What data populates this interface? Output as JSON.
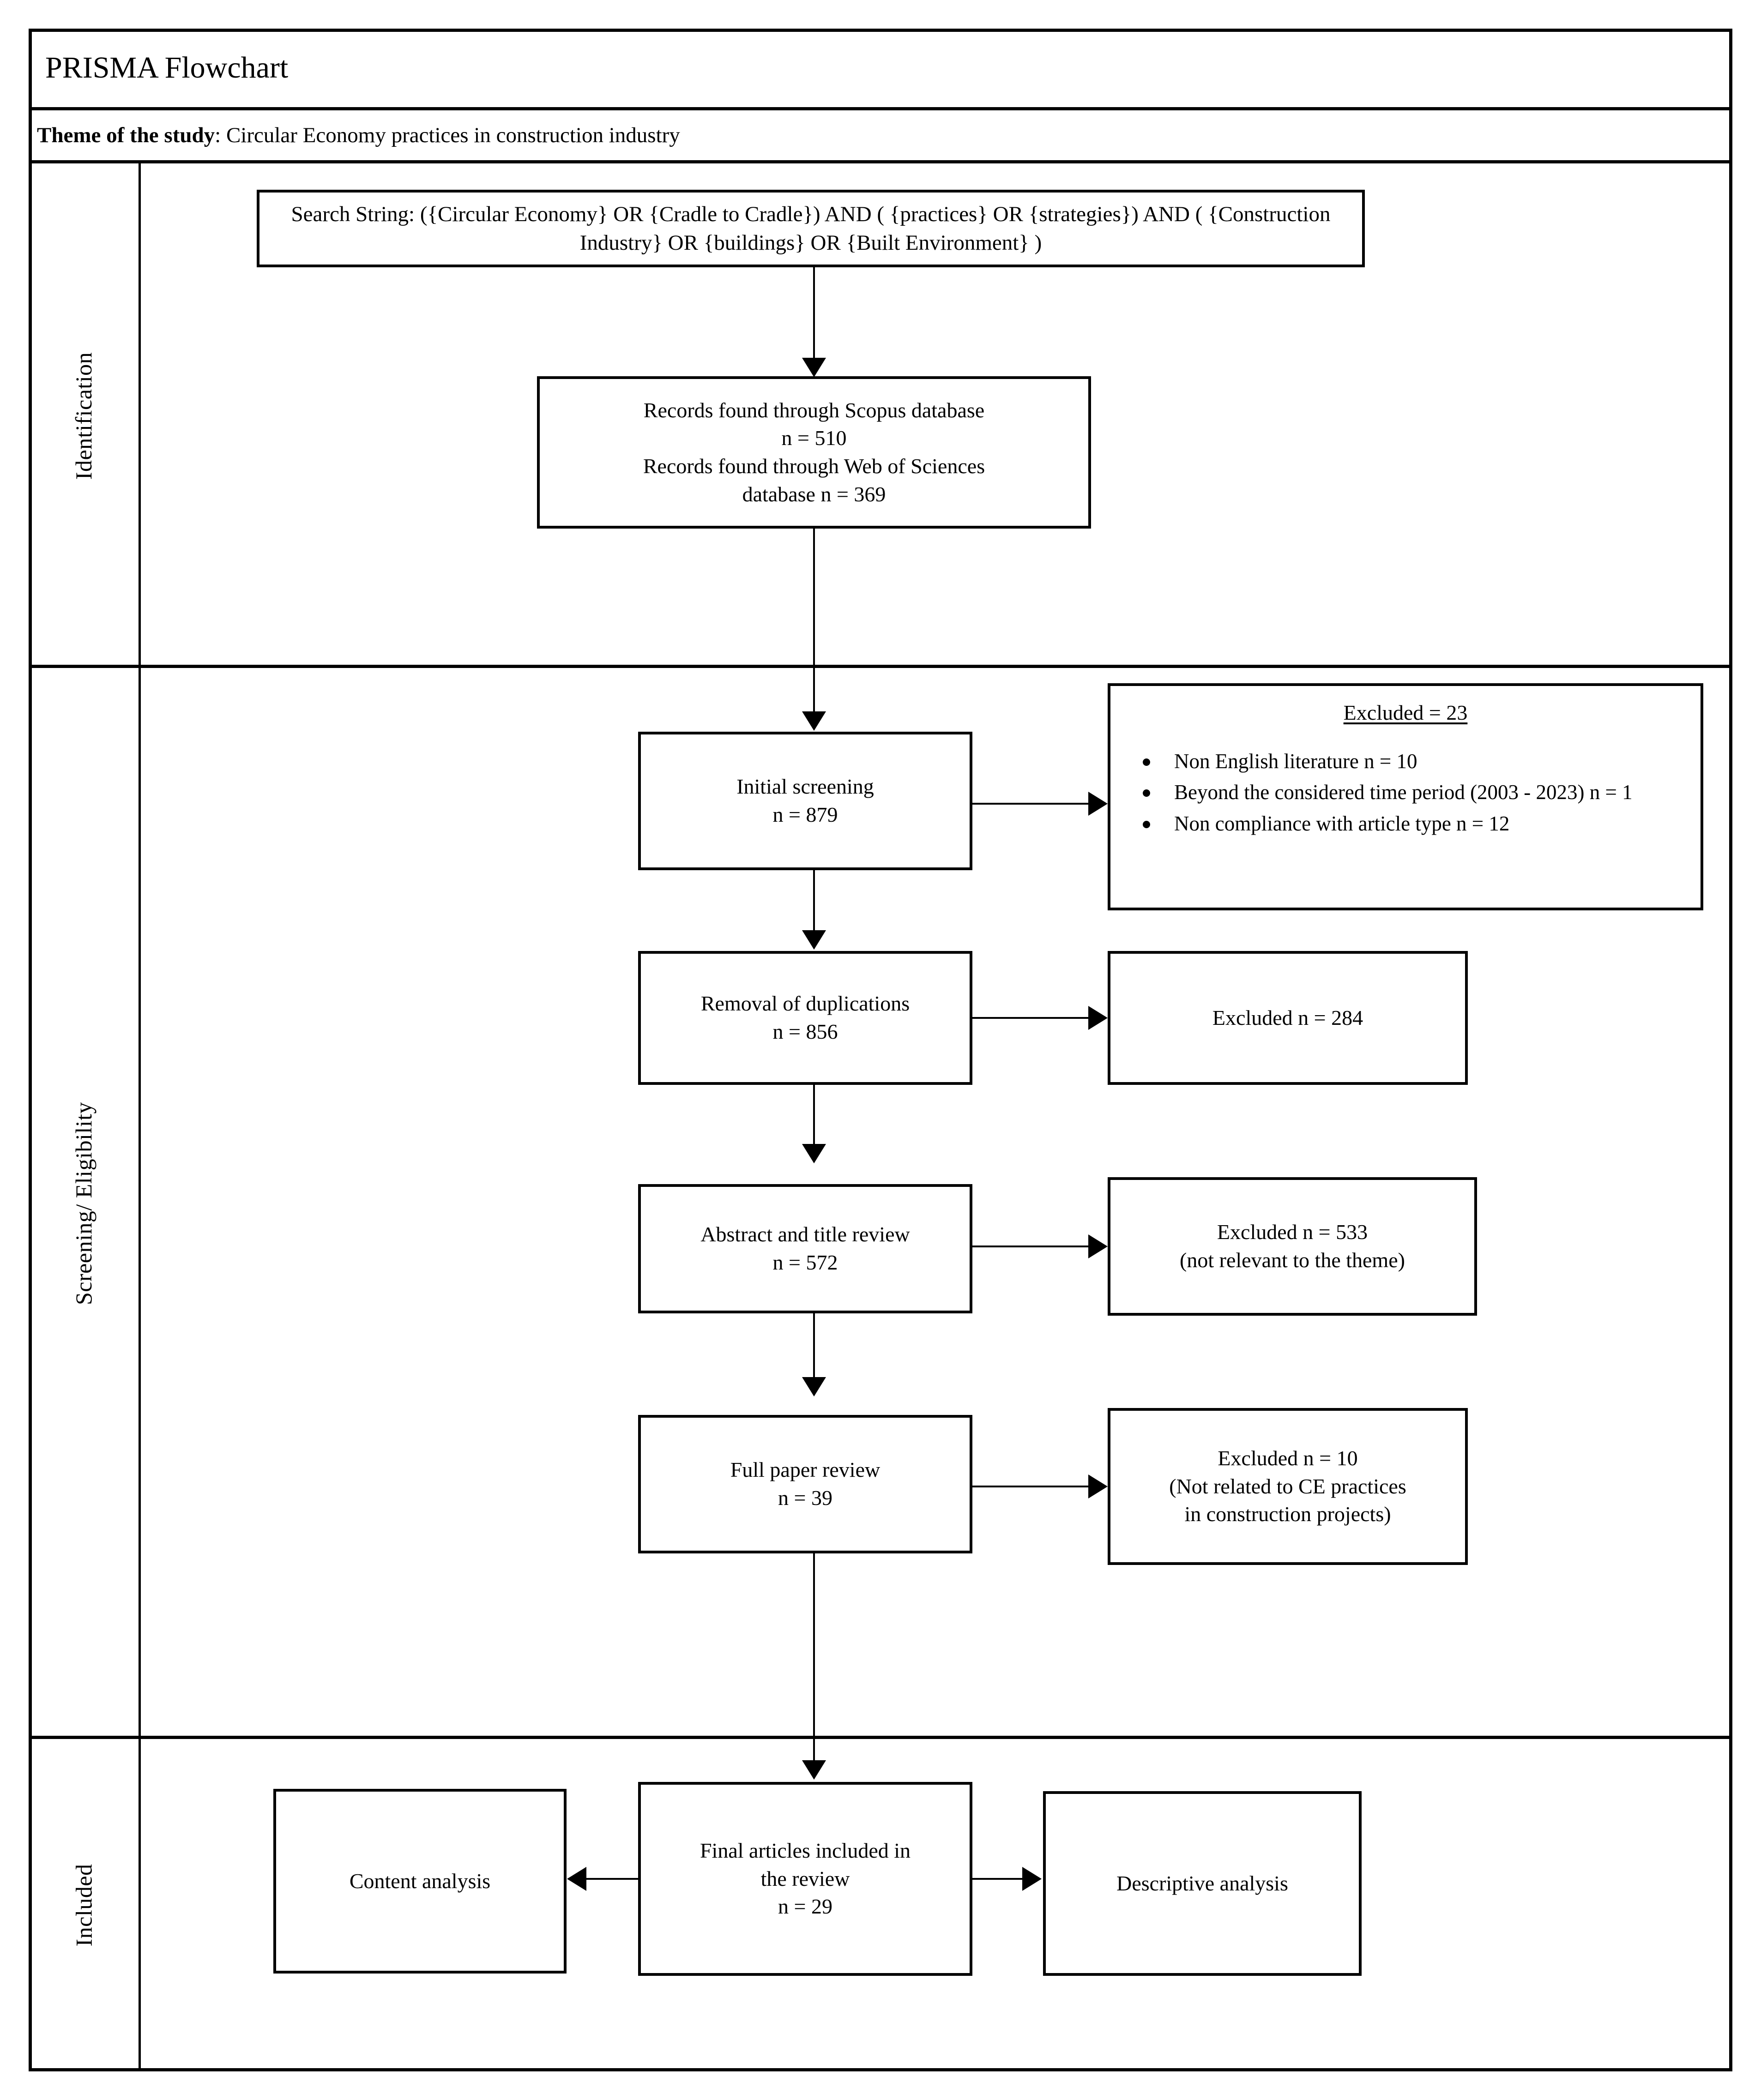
{
  "header": {
    "title": "PRISMA Flowchart",
    "theme_label": "Theme of the study",
    "theme_value": ": Circular Economy practices in construction industry"
  },
  "stages": [
    {
      "label": "Identification"
    },
    {
      "label": "Screening/ Eligibility"
    },
    {
      "label": "Included"
    }
  ],
  "chart_data": {
    "type": "diagram",
    "title": "PRISMA Flowchart",
    "nodes": [
      {
        "id": "search_string",
        "label": "Search String:  ({Circular Economy}  OR  {Cradle to Cradle}) AND ( {practices}  OR {strategies}) AND ( {Construction Industry}  OR  {buildings}  OR  {Built Environment} )",
        "stage": "Identification"
      },
      {
        "id": "records",
        "label": "Records found through Scopus database\nn = 510\nRecords found through Web of Sciences database n = 369",
        "stage": "Identification",
        "n": [
          510,
          369
        ]
      },
      {
        "id": "initial_screening",
        "label": "Initial screening",
        "n": 879,
        "stage": "Screening/ Eligibility"
      },
      {
        "id": "excluded_23",
        "label": "Excluded = 23",
        "n": 23,
        "stage": "Screening/ Eligibility"
      },
      {
        "id": "removal_duplications",
        "label": "Removal of duplications",
        "n": 856,
        "stage": "Screening/ Eligibility"
      },
      {
        "id": "excluded_284",
        "label": "Excluded n = 284",
        "n": 284,
        "stage": "Screening/ Eligibility"
      },
      {
        "id": "abstract_title_review",
        "label": "Abstract and title review",
        "n": 572,
        "stage": "Screening/ Eligibility"
      },
      {
        "id": "excluded_533",
        "label": "Excluded n = 533 (not relevant to the theme)",
        "n": 533,
        "stage": "Screening/ Eligibility"
      },
      {
        "id": "full_paper_review",
        "label": "Full paper review",
        "n": 39,
        "stage": "Screening/ Eligibility"
      },
      {
        "id": "excluded_10",
        "label": "Excluded n = 10 (Not related to CE practices in construction projects)",
        "n": 10,
        "stage": "Screening/ Eligibility"
      },
      {
        "id": "final_articles",
        "label": "Final articles included in the review",
        "n": 29,
        "stage": "Included"
      },
      {
        "id": "content_analysis",
        "label": "Content analysis",
        "stage": "Included"
      },
      {
        "id": "descriptive_analysis",
        "label": "Descriptive analysis",
        "stage": "Included"
      }
    ],
    "edges": [
      {
        "from": "search_string",
        "to": "records",
        "direction": "down"
      },
      {
        "from": "records",
        "to": "initial_screening",
        "direction": "down"
      },
      {
        "from": "initial_screening",
        "to": "excluded_23",
        "direction": "right"
      },
      {
        "from": "initial_screening",
        "to": "removal_duplications",
        "direction": "down"
      },
      {
        "from": "removal_duplications",
        "to": "excluded_284",
        "direction": "right"
      },
      {
        "from": "removal_duplications",
        "to": "abstract_title_review",
        "direction": "down"
      },
      {
        "from": "abstract_title_review",
        "to": "excluded_533",
        "direction": "right"
      },
      {
        "from": "abstract_title_review",
        "to": "full_paper_review",
        "direction": "down"
      },
      {
        "from": "full_paper_review",
        "to": "excluded_10",
        "direction": "right"
      },
      {
        "from": "full_paper_review",
        "to": "final_articles",
        "direction": "down"
      },
      {
        "from": "final_articles",
        "to": "content_analysis",
        "direction": "left"
      },
      {
        "from": "final_articles",
        "to": "descriptive_analysis",
        "direction": "right"
      }
    ]
  },
  "boxes": {
    "search_string": "Search String:  ({Circular Economy}  OR  {Cradle to Cradle}) AND ( {practices}  OR {strategies}) AND ( {Construction Industry}  OR  {buildings}  OR  {Built Environment} )",
    "records_line1": "Records found through Scopus database",
    "records_line2": "n = 510",
    "records_line3": "Records found through Web of Sciences",
    "records_line4": "database n = 369",
    "initial_screening_line1": "Initial screening",
    "initial_screening_line2": "n = 879",
    "excluded23_heading": "Excluded = 23",
    "excluded23_items": [
      "Non English literature n = 10",
      "Beyond the considered time period (2003 - 2023) n = 1",
      "Non compliance with article type  n = 12"
    ],
    "duplications_line1": "Removal of duplications",
    "duplications_line2": "n = 856",
    "excluded284": "Excluded n = 284",
    "abstract_line1": "Abstract and title review",
    "abstract_line2": "n = 572",
    "excluded533_line1": "Excluded n = 533",
    "excluded533_line2": "(not relevant to the theme)",
    "fullpaper_line1": "Full paper review",
    "fullpaper_line2": "n = 39",
    "excluded10_line1": "Excluded n = 10",
    "excluded10_line2": "(Not related to CE practices",
    "excluded10_line3": "in construction projects)",
    "final_line1": "Final articles included in",
    "final_line2": "the review",
    "final_line3": "n = 29",
    "content_analysis": "Content analysis",
    "descriptive_analysis": "Descriptive analysis"
  },
  "colors": {
    "ink": "#000000",
    "paper": "#ffffff"
  }
}
